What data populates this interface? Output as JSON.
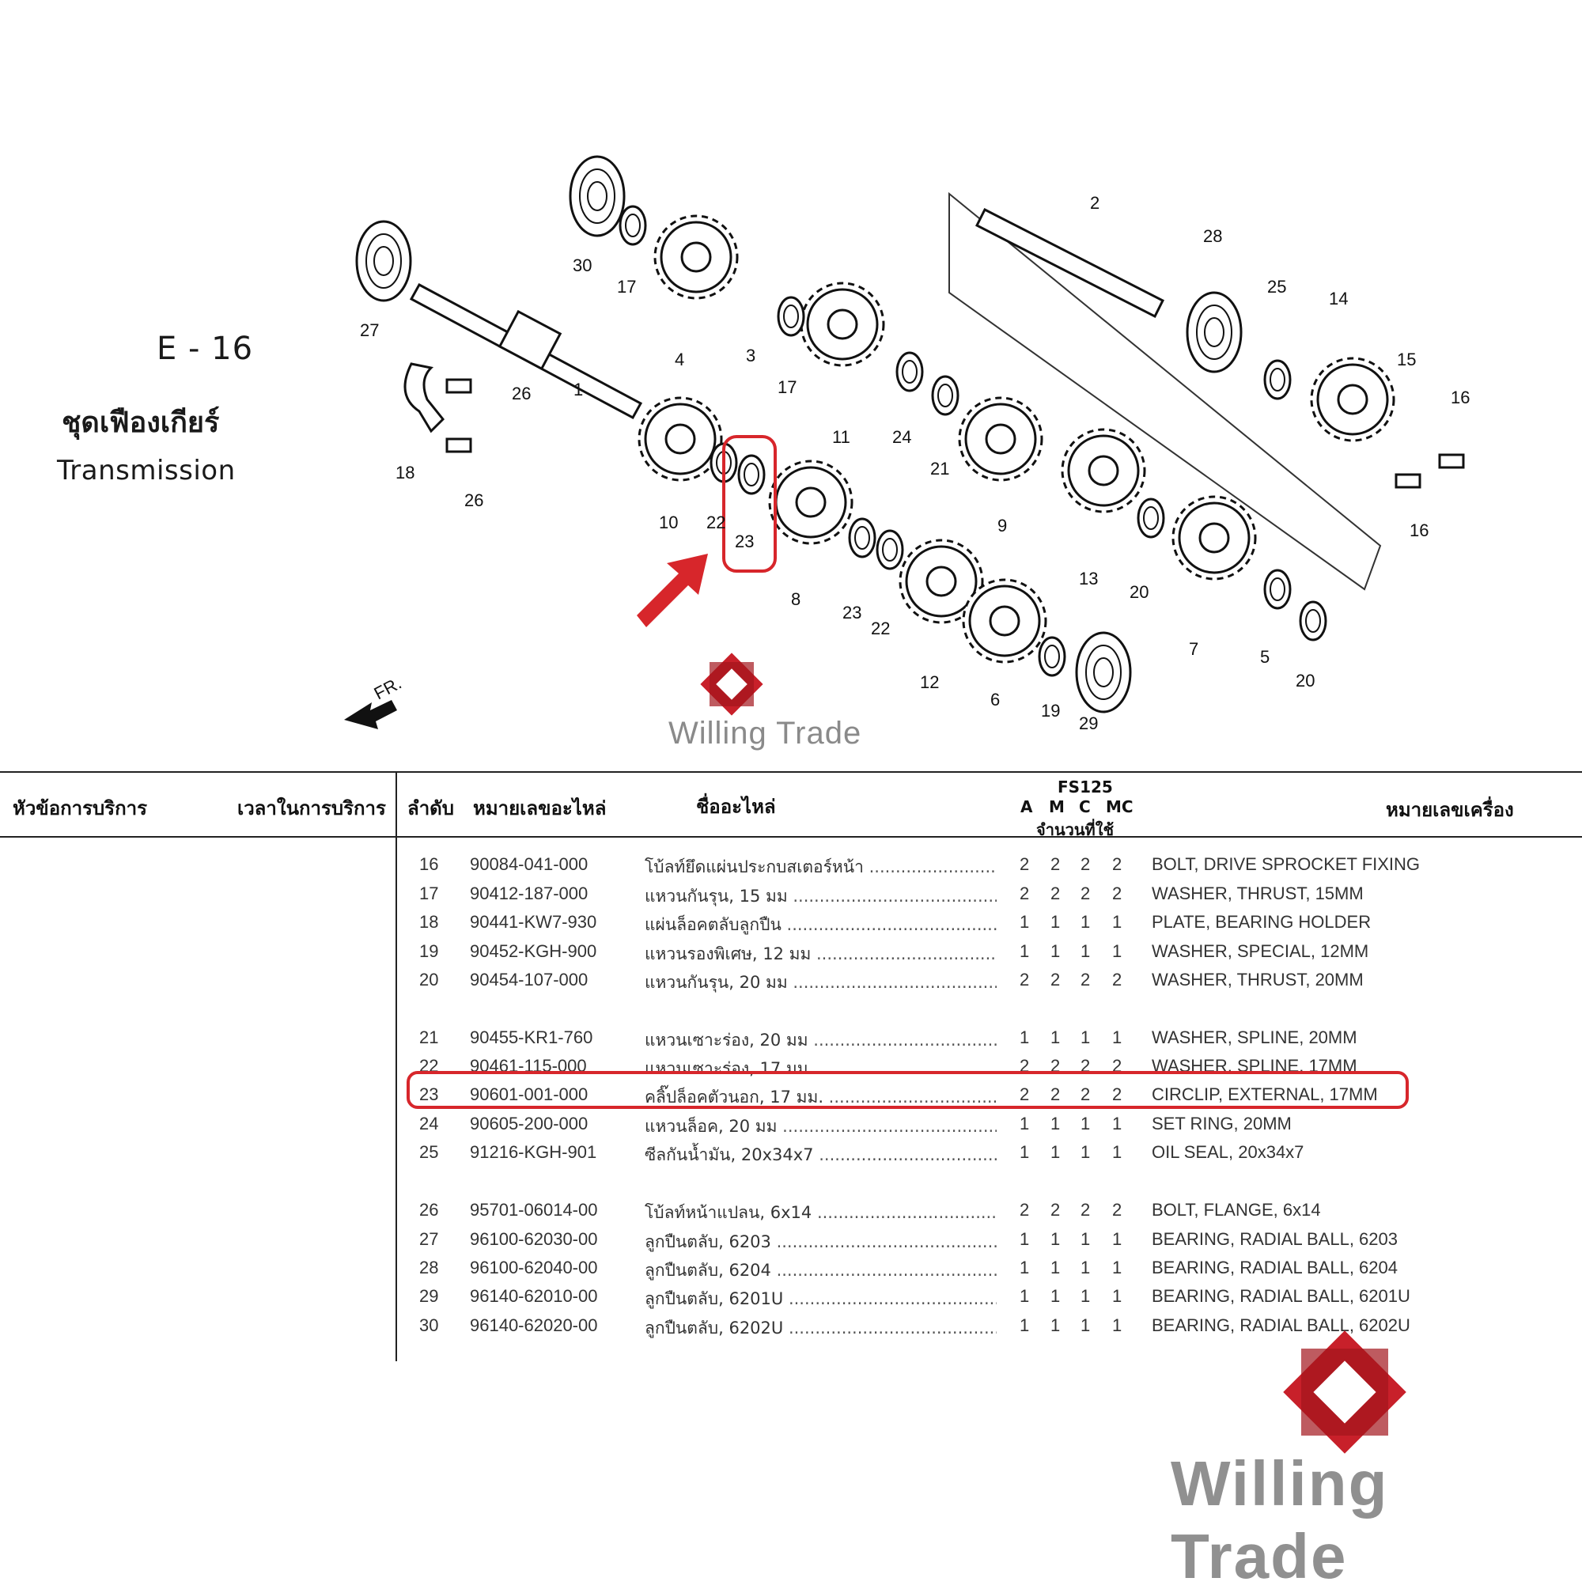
{
  "section": {
    "code": "E - 16",
    "title_th": "ชุดเฟืองเกียร์",
    "title_en": "Transmission"
  },
  "diagram": {
    "front_marker": "FR.",
    "callouts": [
      "1",
      "2",
      "3",
      "4",
      "5",
      "6",
      "7",
      "8",
      "9",
      "10",
      "11",
      "12",
      "13",
      "14",
      "15",
      "16",
      "16",
      "17",
      "17",
      "18",
      "19",
      "20",
      "20",
      "21",
      "22",
      "22",
      "23",
      "23",
      "24",
      "25",
      "26",
      "26",
      "27",
      "28",
      "29",
      "30"
    ],
    "highlight_color": "#d7262b"
  },
  "table": {
    "headers": {
      "service_topic": "หัวข้อการบริการ",
      "service_time": "เวลาในการบริการ",
      "index": "ลำดับ",
      "part_number": "หมายเลขอะไหล่",
      "part_name": "ชื่ออะไหล่",
      "model": "FS125",
      "variant_a": "A",
      "variant_m": "M",
      "variant_c": "C",
      "variant_mc": "MC",
      "qty_used": "จำนวนที่ใช้",
      "engine_number": "หมายเลขเครื่อง"
    },
    "rows": [
      {
        "no": "16",
        "part": "90084-041-000",
        "th": "โบ้ลท์ยึดแผ่นประกบสเตอร์หน้า",
        "a": "2",
        "m": "2",
        "c": "2",
        "mc": "2",
        "en": "BOLT, DRIVE SPROCKET FIXING"
      },
      {
        "no": "17",
        "part": "90412-187-000",
        "th": "แหวนกันรุน, 15 มม",
        "a": "2",
        "m": "2",
        "c": "2",
        "mc": "2",
        "en": "WASHER, THRUST, 15MM"
      },
      {
        "no": "18",
        "part": "90441-KW7-930",
        "th": "แผ่นล็อคตลับลูกปืน",
        "a": "1",
        "m": "1",
        "c": "1",
        "mc": "1",
        "en": "PLATE, BEARING HOLDER"
      },
      {
        "no": "19",
        "part": "90452-KGH-900",
        "th": "แหวนรองพิเศษ, 12 มม",
        "a": "1",
        "m": "1",
        "c": "1",
        "mc": "1",
        "en": "WASHER, SPECIAL, 12MM"
      },
      {
        "no": "20",
        "part": "90454-107-000",
        "th": "แหวนกันรุน, 20 มม",
        "a": "2",
        "m": "2",
        "c": "2",
        "mc": "2",
        "en": "WASHER, THRUST, 20MM"
      },
      {
        "no": "21",
        "part": "90455-KR1-760",
        "th": "แหวนเซาะร่อง, 20 มม",
        "a": "1",
        "m": "1",
        "c": "1",
        "mc": "1",
        "en": "WASHER, SPLINE, 20MM"
      },
      {
        "no": "22",
        "part": "90461-115-000",
        "th": "แหวนเซาะร่อง, 17 มม",
        "a": "2",
        "m": "2",
        "c": "2",
        "mc": "2",
        "en": "WASHER, SPLINE, 17MM"
      },
      {
        "no": "23",
        "part": "90601-001-000",
        "th": "คลิ๊ปล็อคตัวนอก, 17 มม.",
        "a": "2",
        "m": "2",
        "c": "2",
        "mc": "2",
        "en": "CIRCLIP, EXTERNAL, 17MM"
      },
      {
        "no": "24",
        "part": "90605-200-000",
        "th": "แหวนล็อค, 20 มม",
        "a": "1",
        "m": "1",
        "c": "1",
        "mc": "1",
        "en": "SET RING, 20MM"
      },
      {
        "no": "25",
        "part": "91216-KGH-901",
        "th": "ซีลกันน้ำมัน, 20x34x7",
        "a": "1",
        "m": "1",
        "c": "1",
        "mc": "1",
        "en": "OIL SEAL, 20x34x7"
      },
      {
        "no": "26",
        "part": "95701-06014-00",
        "th": "โบ้ลท์หน้าแปลน, 6x14",
        "a": "2",
        "m": "2",
        "c": "2",
        "mc": "2",
        "en": "BOLT, FLANGE, 6x14"
      },
      {
        "no": "27",
        "part": "96100-62030-00",
        "th": "ลูกปืนตลับ, 6203",
        "a": "1",
        "m": "1",
        "c": "1",
        "mc": "1",
        "en": "BEARING, RADIAL BALL, 6203"
      },
      {
        "no": "28",
        "part": "96100-62040-00",
        "th": "ลูกปืนตลับ, 6204",
        "a": "1",
        "m": "1",
        "c": "1",
        "mc": "1",
        "en": "BEARING, RADIAL BALL, 6204"
      },
      {
        "no": "29",
        "part": "96140-62010-00",
        "th": "ลูกปืนตลับ, 6201U",
        "a": "1",
        "m": "1",
        "c": "1",
        "mc": "1",
        "en": "BEARING, RADIAL BALL, 6201U"
      },
      {
        "no": "30",
        "part": "96140-62020-00",
        "th": "ลูกปืนตลับ, 6202U",
        "a": "1",
        "m": "1",
        "c": "1",
        "mc": "1",
        "en": "BEARING, RADIAL BALL, 6202U"
      }
    ]
  },
  "brand": {
    "name": "Willing Trade",
    "logo_icon": "red-diamond-logo-icon",
    "logo_color": "#c8202a",
    "text_color": "#8a8a8a"
  }
}
